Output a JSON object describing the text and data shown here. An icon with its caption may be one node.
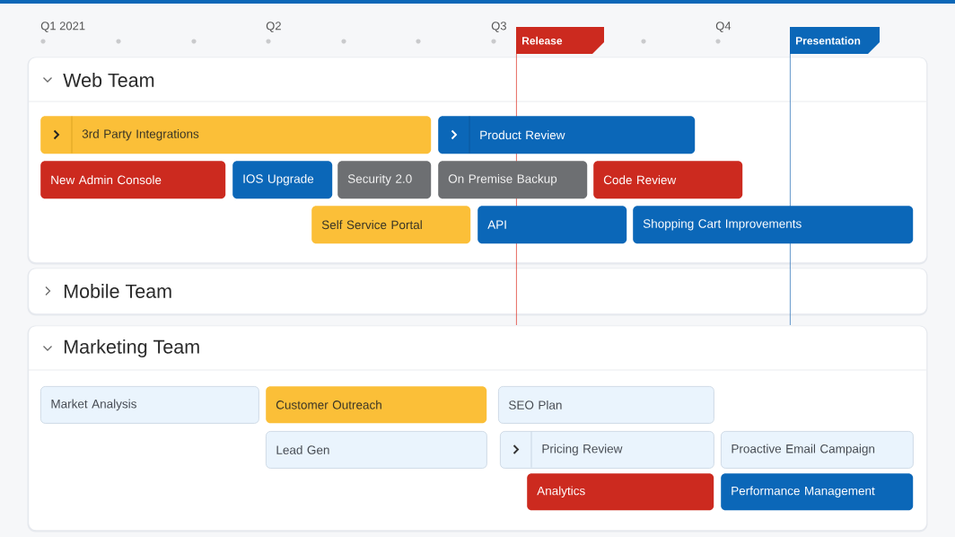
{
  "diagram": {
    "nodes": [
      {
        "text": [
          "Release"
        ]
      },
      {
        "text": [
          "Presentation"
        ]
      },
      {
        "text": [
          "Web Team"
        ]
      },
      {
        "text": [
          "3rd Party Integrations"
        ],
        "in": 2
      },
      {
        "text": [
          "Product Review"
        ],
        "in": 2
      },
      {
        "text": [
          "New Admin Console"
        ],
        "in": 2
      },
      {
        "text": [
          "IOS Upgrade"
        ],
        "in": 2
      },
      {
        "text": [
          "Security 2.0"
        ],
        "in": 2
      },
      {
        "text": [
          "On Premise Backup"
        ],
        "in": 2
      },
      {
        "text": [
          "Code Review"
        ],
        "in": 2
      },
      {
        "text": [
          "Self Service Portal"
        ],
        "in": 2
      },
      {
        "text": [
          "API"
        ],
        "in": 2
      },
      {
        "text": [
          "Shopping Cart Improvements"
        ],
        "in": 2
      },
      {
        "text": [
          "Mobile Team"
        ]
      },
      {
        "text": [
          "Marketing Team"
        ]
      },
      {
        "text": [
          "Market Analysis"
        ],
        "in": 14
      },
      {
        "text": [
          "Customer Outreach"
        ],
        "in": 14
      },
      {
        "text": [
          "SEO Plan"
        ],
        "in": 14
      },
      {
        "text": [
          "Lead Gen"
        ],
        "in": 14
      },
      {
        "text": [
          "Pricing Review"
        ],
        "in": 14
      },
      {
        "text": [
          "Proactive Email Campaign"
        ],
        "in": 14
      },
      {
        "text": [
          "Analytics"
        ],
        "in": 14
      },
      {
        "text": [
          "Performance Management"
        ],
        "in": 14
      }
    ],
    "labels": [
      "Q1 2021",
      "Q2",
      "Q3",
      "Q4"
    ]
  }
}
